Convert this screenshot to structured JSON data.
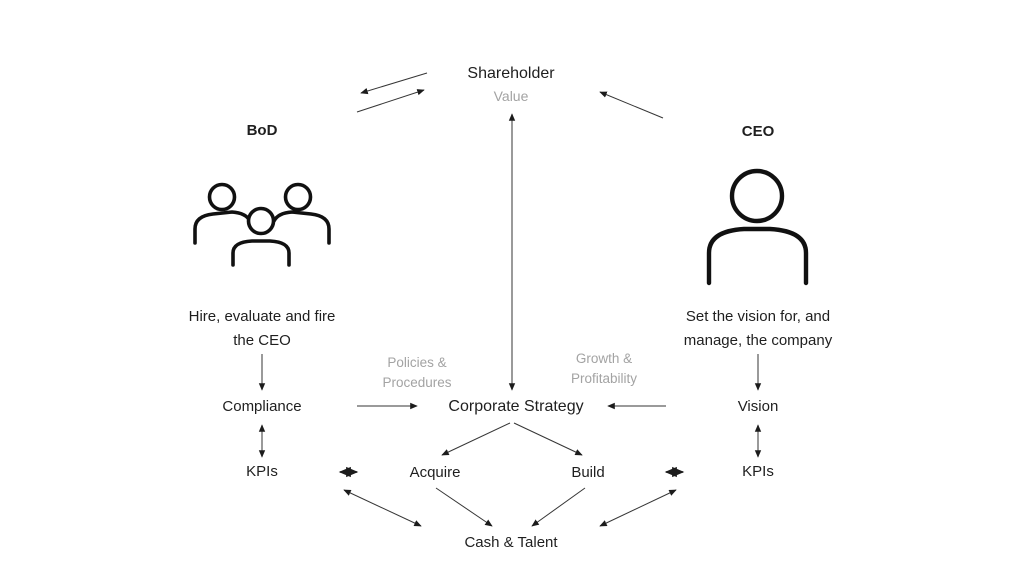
{
  "slide": {
    "background": "#ffffff",
    "colors": {
      "text": "#1f1f1f",
      "muted_text": "#a3a3a3",
      "arrow": "#363636",
      "icon_stroke": "#111111"
    },
    "top": {
      "shareholder": "Shareholder",
      "value": "Value"
    },
    "left": {
      "actor": "BoD",
      "icon": "people-group-icon",
      "responsibility_line1": "Hire, evaluate and fire",
      "responsibility_line2": "the CEO",
      "focus": "Compliance",
      "metric": "KPIs"
    },
    "right": {
      "actor": "CEO",
      "icon": "person-icon",
      "responsibility_line1": "Set the vision for, and",
      "responsibility_line2": "manage, the company",
      "focus": "Vision",
      "metric": "KPIs"
    },
    "center": {
      "policies_line1": "Policies &",
      "policies_line2": "Procedures",
      "growth_line1": "Growth &",
      "growth_line2": "Profitability",
      "strategy": "Corporate Strategy",
      "acquire": "Acquire",
      "build": "Build",
      "cash_talent": "Cash & Talent"
    }
  }
}
